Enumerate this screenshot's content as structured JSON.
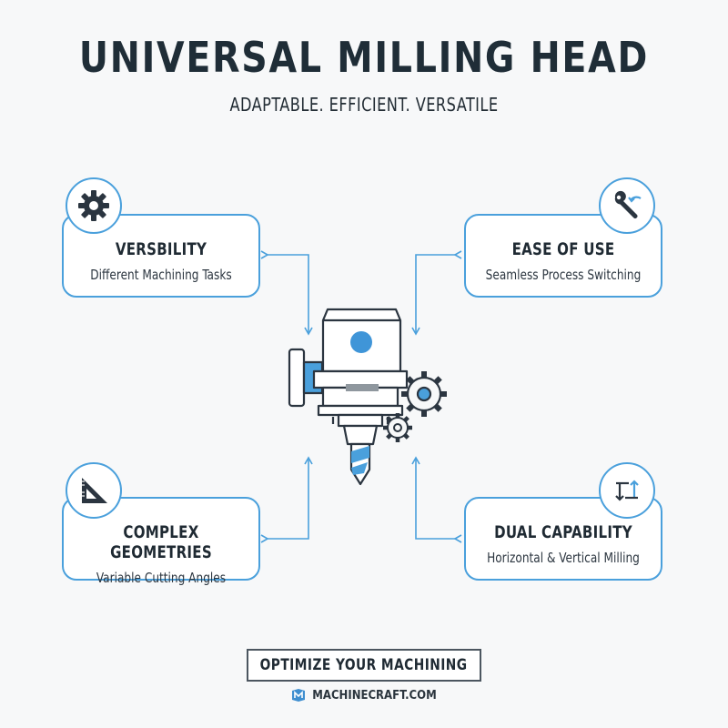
{
  "header": {
    "title": "UNIVERSAL MILLING HEAD",
    "subtitle": "ADAPTABLE. EFFICIENT. VERSATILE"
  },
  "features": [
    {
      "title": "VERSBILITY",
      "subtitle": "Different Machining Tasks",
      "icon": "gear-icon"
    },
    {
      "title": "EASE OF USE",
      "subtitle": "Seamless Process Switching",
      "icon": "wrench-icon"
    },
    {
      "title": "COMPLEX GEOMETRIES",
      "subtitle": "Variable Cutting Angles",
      "icon": "set-square-icon"
    },
    {
      "title": "DUAL CAPABILITY",
      "subtitle": "Horizontal & Vertical Milling",
      "icon": "swap-arrows-icon"
    }
  ],
  "cta": {
    "label": "OPTIMIZE YOUR MACHINING"
  },
  "brand": {
    "name": "MACHINECRAFT.COM",
    "icon": "machinecraft-logo-icon"
  },
  "colors": {
    "accent": "#4aa0dc",
    "dark": "#1f2d37",
    "background": "#f7f8f9"
  }
}
